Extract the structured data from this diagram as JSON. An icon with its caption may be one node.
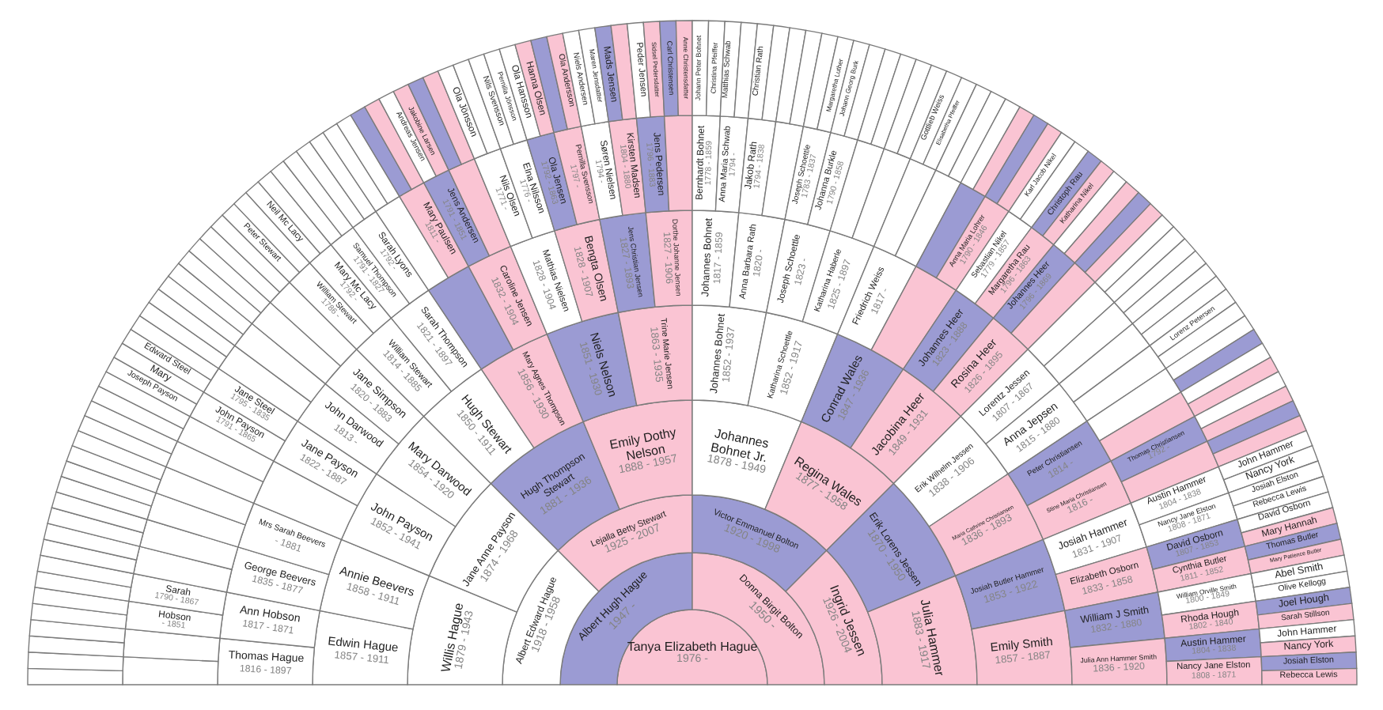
{
  "diagram": {
    "nodes": [
      {
        "text": [
          "Tanya Elizabeth Hague",
          "1976 -"
        ]
      },
      {
        "text": [
          "Albert Hugh Hague",
          "1947 -"
        ]
      },
      {
        "text": [
          "Donna Birgit Bolton",
          "1950 -"
        ]
      },
      {
        "text": [
          "Albert Edward Hague",
          "1918 - 1958"
        ]
      },
      {
        "text": [
          "Lejalla Betty Stewart",
          "1925 - 2007"
        ]
      },
      {
        "text": [
          "Victor Emmanuel Bolton",
          "1920 - 1998"
        ]
      },
      {
        "text": [
          "Ingrid Jessen",
          "1926 - 2004"
        ]
      },
      {
        "text": [
          "Willis Hague",
          "1879 - 1943"
        ]
      },
      {
        "text": [
          "Jane Anne Payson",
          "1874 - 1968"
        ]
      },
      {
        "text": [
          "Hugh Thompson Stewart",
          "1881 - 1936"
        ]
      },
      {
        "text": [
          "Emily Dothy Nelson",
          "1888 - 1957"
        ]
      },
      {
        "text": [
          "Johannes Bohnet Jr.",
          "1878 - 1949"
        ]
      },
      {
        "text": [
          "Regina Wales",
          "1877 - 1958"
        ]
      },
      {
        "text": [
          "Erik Lorens Jessen",
          "1870 - 1950"
        ]
      },
      {
        "text": [
          "Julia Hammer",
          "1883 - 1917"
        ]
      },
      {
        "text": [
          "Edwin Hague",
          "1857 - 1911"
        ]
      },
      {
        "text": [
          "Annie Beevers",
          "1858 - 1911"
        ]
      },
      {
        "text": [
          "John Payson",
          "1852 - 1941"
        ]
      },
      {
        "text": [
          "Mary Darwood",
          "1854 - 1920"
        ]
      },
      {
        "text": [
          "Hugh Stewart",
          "1850 - 1911"
        ]
      },
      {
        "text": [
          "Mary Agnes Thompson",
          "1856 - 1930"
        ]
      },
      {
        "text": [
          "Niels Nelson",
          "1851 - 1930"
        ]
      },
      {
        "text": [
          "Trine Marie Jensen",
          "1863 - 1935"
        ]
      },
      {
        "text": [
          "Johannes Bohnet",
          "1852 - 1937"
        ]
      },
      {
        "text": [
          "Katharina Schoettle",
          "1852 - 1917"
        ]
      },
      {
        "text": [
          "Conrad Wales",
          "1847 - 1936"
        ]
      },
      {
        "text": [
          "Jacobina Heer",
          "1849 - 1931"
        ]
      },
      {
        "text": [
          "Erik Wilhelm Jessen",
          "1838 - 1906"
        ]
      },
      {
        "text": [
          "Maria Cathrine Christiansen",
          "1836 - 1893"
        ]
      },
      {
        "text": [
          "Josiah Butler Hammer",
          "1853 - 1922"
        ]
      },
      {
        "text": [
          "Emily Smith",
          "1857 - 1887"
        ]
      },
      {
        "text": [
          "Thomas Hague",
          "1816 - 1897"
        ]
      },
      {
        "text": [
          "Ann Hobson",
          "1817 - 1871"
        ]
      },
      {
        "text": [
          "George Beevers",
          "1835 - 1877"
        ]
      },
      {
        "text": [
          "Mrs Sarah Beevers",
          "- 1881"
        ]
      },
      {
        "text": [],
        "shape": "wedge"
      },
      {
        "text": [
          "Jane Payson",
          "1822 - 1887"
        ]
      },
      {
        "text": [
          "John Darwood",
          "1813 -"
        ]
      },
      {
        "text": [
          "Jane Simpson",
          "1820 - 1883"
        ]
      },
      {
        "text": [
          "William Stewart",
          "1814 - 1885"
        ]
      },
      {
        "text": [
          "Sarah Thompson",
          "1821 - 1897"
        ]
      },
      {
        "text": [],
        "shape": "wedge"
      },
      {
        "text": [
          "Caroline Jensen",
          "1832 - 1904"
        ]
      },
      {
        "text": [
          "Mathias Nielsen",
          "1828 - 1904"
        ]
      },
      {
        "text": [
          "Bengta Olsen",
          "1828 - 1907"
        ]
      },
      {
        "text": [
          "Jens Christian Jensen",
          "1827 - 1893"
        ]
      },
      {
        "text": [
          "Dorthe Johanne Jensen",
          "1827 - 1906"
        ]
      },
      {
        "text": [
          "Johannes Bohnet",
          "1817 - 1859"
        ]
      },
      {
        "text": [
          "Anna Barbara Rath",
          "1820 -"
        ]
      },
      {
        "text": [
          "Joseph Schoettle",
          "1823 -"
        ]
      },
      {
        "text": [
          "Katharina Haberle",
          "1825 - 1897"
        ]
      },
      {
        "text": [
          "Friedrich Weiss",
          "1817 -"
        ]
      },
      {
        "text": [],
        "shape": "wedge"
      },
      {
        "text": [
          "Johannes Heer",
          "1823 - 1888"
        ]
      },
      {
        "text": [
          "Rosina Heer",
          "1826 - 1895"
        ]
      },
      {
        "text": [
          "Lorentz Jessen",
          "1807 - 1867"
        ]
      },
      {
        "text": [
          "Anna Jepsen",
          "1815 - 1880"
        ]
      },
      {
        "text": [
          "Peter Christiansen",
          "1814 -"
        ]
      },
      {
        "text": [
          "Stine Maria Christiansen",
          "1816 -"
        ]
      },
      {
        "text": [
          "Josiah Hammer",
          "1831 - 1907"
        ]
      },
      {
        "text": [
          "Elizabeth Osborn",
          "1833 - 1858"
        ]
      },
      {
        "text": [
          "William J Smith",
          "1832 - 1880"
        ]
      },
      {
        "text": [
          "Julia Ann Hammer Smith",
          "1836 - 1920"
        ]
      },
      {
        "text": [],
        "shape": "wedge"
      },
      {
        "text": [],
        "shape": "wedge"
      },
      {
        "text": [
          "Hobson",
          "- 1851"
        ]
      },
      {
        "text": [
          "Sarah",
          "1790 - 1867"
        ]
      },
      {
        "text": [],
        "shape": "wedge"
      },
      {
        "text": [],
        "shape": "wedge"
      },
      {
        "text": [],
        "shape": "wedge"
      },
      {
        "text": [],
        "shape": "wedge"
      },
      {
        "text": [],
        "shape": "wedge"
      },
      {
        "text": [],
        "shape": "wedge"
      },
      {
        "text": [
          "John Payson",
          "1791 - 1865"
        ]
      },
      {
        "text": [
          "Jane Steel",
          "1795 - 1835"
        ]
      },
      {
        "text": [],
        "shape": "wedge"
      },
      {
        "text": [],
        "shape": "wedge"
      },
      {
        "text": [],
        "shape": "wedge"
      },
      {
        "text": [],
        "shape": "wedge"
      },
      {
        "text": [
          "William Stewart",
          "1786 -"
        ]
      },
      {
        "text": [
          "Mary Mc Lacy",
          "1792 -"
        ]
      },
      {
        "text": [
          "Samuel Thompson",
          "1791 - 1827"
        ]
      },
      {
        "text": [
          "Sarah Lyons",
          "1792 -"
        ]
      },
      {
        "text": [],
        "shape": "wedge"
      },
      {
        "text": [
          "Mary Paulsen",
          "1811 -"
        ]
      },
      {
        "text": [
          "Jens Andersen",
          "1791 - 1851"
        ]
      },
      {
        "text": [],
        "shape": "wedge"
      },
      {
        "text": [
          "Nils Olsen",
          "1771 -"
        ]
      },
      {
        "text": [
          "Elna Nilsson",
          "1776 -"
        ]
      },
      {
        "text": [
          "Ola Jensen",
          "1792 - 1863"
        ]
      },
      {
        "text": [
          "Pernilla Svensson",
          "1797 -"
        ]
      },
      {
        "text": [
          "Søren Nielsen",
          "1794 -"
        ]
      },
      {
        "text": [
          "Kirsten Madsen",
          "1804 - 1880"
        ]
      },
      {
        "text": [
          "Jens Pedersen",
          "1796 - 1883"
        ]
      },
      {
        "text": [],
        "shape": "wedge"
      },
      {
        "text": [
          "Bernhardt Bohnet",
          "1778 - 1859"
        ]
      },
      {
        "text": [
          "Anna Maria Schwab",
          "1794 -"
        ]
      },
      {
        "text": [
          "Jakob Rath",
          "1794 - 1838"
        ]
      },
      {
        "text": [],
        "shape": "wedge"
      },
      {
        "text": [
          "Joseph Schoettle",
          "1783 - 1837"
        ]
      },
      {
        "text": [
          "Johanna Burkle",
          "1790 - 1858"
        ]
      },
      {
        "text": [],
        "shape": "wedge"
      },
      {
        "text": [],
        "shape": "wedge"
      },
      {
        "text": [],
        "shape": "wedge"
      },
      {
        "text": [],
        "shape": "wedge"
      },
      {
        "text": [],
        "shape": "wedge"
      },
      {
        "text": [
          "Anna Maria Lohrer",
          "1790 - 1846"
        ]
      },
      {
        "text": [
          "Sebastian Nikel",
          "1779 - 1857"
        ]
      },
      {
        "text": [
          "Margaretha Rau",
          "1796 - 1863"
        ]
      },
      {
        "text": [
          "Johannes Heer",
          "1796 - 1869"
        ]
      },
      {
        "text": [],
        "shape": "wedge"
      },
      {
        "text": [],
        "shape": "wedge"
      },
      {
        "text": [],
        "shape": "wedge"
      },
      {
        "text": [],
        "shape": "wedge"
      },
      {
        "text": [],
        "shape": "wedge"
      },
      {
        "text": [],
        "shape": "wedge"
      },
      {
        "text": [],
        "shape": "wedge"
      },
      {
        "text": [
          "Thomas Christiansen",
          "1792 -"
        ]
      },
      {
        "text": [],
        "shape": "wedge"
      },
      {
        "text": [
          "Austin Hammer",
          "1804 - 1838"
        ]
      },
      {
        "text": [
          "Nancy Jane Elston",
          "1808 - 1871"
        ]
      },
      {
        "text": [
          "David Osborn",
          "1807 - 1853"
        ]
      },
      {
        "text": [
          "Cynthia Butler",
          "1811 - 1852"
        ]
      },
      {
        "text": [
          "William Orville Smith",
          "1800 - 1849"
        ]
      },
      {
        "text": [
          "Rhoda Hough",
          "1802 - 1840"
        ]
      },
      {
        "text": [
          "Austin Hammer",
          "1804 - 1838"
        ]
      },
      {
        "text": [
          "Nancy Jane Elston",
          "1808 - 1871"
        ]
      },
      {
        "text": [],
        "shape": "wedge"
      },
      {
        "text": [],
        "shape": "wedge"
      },
      {
        "text": [],
        "shape": "wedge"
      },
      {
        "text": [],
        "shape": "wedge"
      },
      {
        "text": [],
        "shape": "wedge"
      },
      {
        "text": [],
        "shape": "wedge"
      },
      {
        "text": [],
        "shape": "wedge"
      },
      {
        "text": [],
        "shape": "wedge"
      },
      {
        "text": [],
        "shape": "wedge"
      },
      {
        "text": [],
        "shape": "wedge"
      },
      {
        "text": [],
        "shape": "wedge"
      },
      {
        "text": [],
        "shape": "wedge"
      },
      {
        "text": [],
        "shape": "wedge"
      },
      {
        "text": [],
        "shape": "wedge"
      },
      {
        "text": [],
        "shape": "wedge"
      },
      {
        "text": [],
        "shape": "wedge"
      },
      {
        "text": [],
        "shape": "wedge"
      },
      {
        "text": [],
        "shape": "wedge"
      },
      {
        "text": [],
        "shape": "wedge"
      },
      {
        "text": [],
        "shape": "wedge"
      },
      {
        "text": [
          "Joseph Payson"
        ]
      },
      {
        "text": [
          "Mary"
        ]
      },
      {
        "text": [
          "Edward Steel"
        ]
      },
      {
        "text": [],
        "shape": "wedge"
      },
      {
        "text": [],
        "shape": "wedge"
      },
      {
        "text": [],
        "shape": "wedge"
      },
      {
        "text": [],
        "shape": "wedge"
      },
      {
        "text": [],
        "shape": "wedge"
      },
      {
        "text": [],
        "shape": "wedge"
      },
      {
        "text": [],
        "shape": "wedge"
      },
      {
        "text": [],
        "shape": "wedge"
      },
      {
        "text": [],
        "shape": "wedge"
      },
      {
        "text": [
          "Peter Stewart"
        ]
      },
      {
        "text": [],
        "shape": "wedge"
      },
      {
        "text": [
          "Neil Mc Lacy"
        ]
      },
      {
        "text": [],
        "shape": "wedge"
      },
      {
        "text": [],
        "shape": "wedge"
      },
      {
        "text": [],
        "shape": "wedge"
      },
      {
        "text": [],
        "shape": "wedge"
      },
      {
        "text": [],
        "shape": "wedge"
      },
      {
        "text": [],
        "shape": "wedge"
      },
      {
        "text": [],
        "shape": "wedge"
      },
      {
        "text": [],
        "shape": "wedge"
      },
      {
        "text": [],
        "shape": "wedge"
      },
      {
        "text": [
          "Andreas Jensen"
        ]
      },
      {
        "text": [
          "Jakobine Larsen"
        ]
      },
      {
        "text": [],
        "shape": "wedge"
      },
      {
        "text": [],
        "shape": "wedge"
      },
      {
        "text": [
          "Ola Jönsson"
        ]
      },
      {
        "text": [],
        "shape": "wedge"
      },
      {
        "text": [
          "Nils Svensson"
        ]
      },
      {
        "text": [
          "Pernilla Jönsson"
        ]
      },
      {
        "text": [
          "Ola Hansson"
        ]
      },
      {
        "text": [
          "Hanna Olsen"
        ]
      },
      {
        "text": [],
        "shape": "wedge"
      },
      {
        "text": [
          "Ola Andersson"
        ]
      },
      {
        "text": [
          "Niels Andersen"
        ]
      },
      {
        "text": [
          "Maren Jensdatter"
        ]
      },
      {
        "text": [
          "Mads Jensen"
        ]
      },
      {
        "text": [],
        "shape": "wedge"
      },
      {
        "text": [
          "Peder Jensen"
        ]
      },
      {
        "text": [
          "Sidsel Pedersdatter"
        ]
      },
      {
        "text": [
          "Carl Christensen"
        ]
      },
      {
        "text": [
          "Anne Christensdatter"
        ]
      },
      {
        "text": [
          "Johann Peter Bohnet"
        ]
      },
      {
        "text": [
          "Christina Pfeiffer"
        ]
      },
      {
        "text": [
          "Matthias Schwab"
        ]
      },
      {
        "text": [],
        "shape": "wedge"
      },
      {
        "text": [
          "Christian Rath"
        ]
      },
      {
        "text": [],
        "shape": "wedge"
      },
      {
        "text": [],
        "shape": "wedge"
      },
      {
        "text": [],
        "shape": "wedge"
      },
      {
        "text": [],
        "shape": "wedge"
      },
      {
        "text": [
          "Margaretha Luther"
        ]
      },
      {
        "text": [
          "Johann Georg Burk"
        ]
      },
      {
        "text": [],
        "shape": "wedge"
      },
      {
        "text": [],
        "shape": "wedge"
      },
      {
        "text": [],
        "shape": "wedge"
      },
      {
        "text": [],
        "shape": "wedge"
      },
      {
        "text": [],
        "shape": "wedge"
      },
      {
        "text": [
          "Gottlieb Weiss"
        ]
      },
      {
        "text": [
          "Elisabetha Pfeiffer"
        ]
      },
      {
        "text": [],
        "shape": "wedge"
      },
      {
        "text": [],
        "shape": "wedge"
      },
      {
        "text": [],
        "shape": "wedge"
      },
      {
        "text": [],
        "shape": "wedge"
      },
      {
        "text": [],
        "shape": "wedge"
      },
      {
        "text": [],
        "shape": "wedge"
      },
      {
        "text": [
          "Karl Jacob Nikel"
        ]
      },
      {
        "text": [],
        "shape": "wedge"
      },
      {
        "text": [
          "Christoph Rau"
        ]
      },
      {
        "text": [
          "Katharina Nikel"
        ]
      },
      {
        "text": [],
        "shape": "wedge"
      },
      {
        "text": [],
        "shape": "wedge"
      },
      {
        "text": [],
        "shape": "wedge"
      },
      {
        "text": [],
        "shape": "wedge"
      },
      {
        "text": [],
        "shape": "wedge"
      },
      {
        "text": [],
        "shape": "wedge"
      },
      {
        "text": [],
        "shape": "wedge"
      },
      {
        "text": [],
        "shape": "wedge"
      },
      {
        "text": [],
        "shape": "wedge"
      },
      {
        "text": [],
        "shape": "wedge"
      },
      {
        "text": [
          "Lorenz Petersen"
        ]
      },
      {
        "text": [],
        "shape": "wedge"
      },
      {
        "text": [],
        "shape": "wedge"
      },
      {
        "text": [],
        "shape": "wedge"
      },
      {
        "text": [],
        "shape": "wedge"
      },
      {
        "text": [],
        "shape": "wedge"
      },
      {
        "text": [],
        "shape": "wedge"
      },
      {
        "text": [],
        "shape": "wedge"
      },
      {
        "text": [],
        "shape": "wedge"
      },
      {
        "text": [],
        "shape": "wedge"
      },
      {
        "text": [
          "John Hammer"
        ]
      },
      {
        "text": [
          "Nancy York"
        ]
      },
      {
        "text": [
          "Josiah Elston"
        ]
      },
      {
        "text": [
          "Rebecca Lewis"
        ]
      },
      {
        "text": [
          "David Osborn"
        ]
      },
      {
        "text": [
          "Mary Hannah"
        ]
      },
      {
        "text": [
          "Thomas Butler"
        ]
      },
      {
        "text": [
          "Mary Patience Butler"
        ]
      },
      {
        "text": [
          "Abel Smith"
        ]
      },
      {
        "text": [
          "Olive Kellogg"
        ]
      },
      {
        "text": [
          "Joel Hough"
        ]
      },
      {
        "text": [
          "Sarah Stillson"
        ]
      },
      {
        "text": [
          "John Hammer"
        ]
      },
      {
        "text": [
          "Nancy York"
        ]
      },
      {
        "text": [
          "Josiah Elston"
        ]
      },
      {
        "text": [
          "Rebecca Lewis"
        ]
      }
    ]
  }
}
